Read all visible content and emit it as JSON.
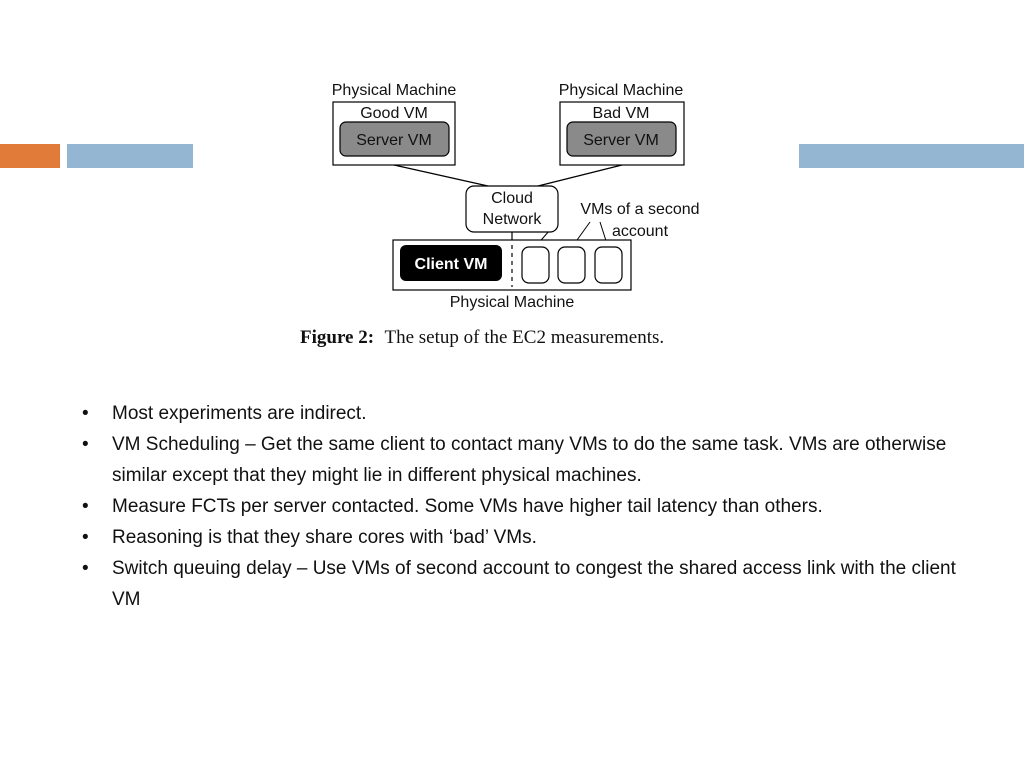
{
  "colors": {
    "accent_orange": "#e07b39",
    "accent_blue": "#94b6d2",
    "vm_gray": "#8a8a8a",
    "client_black": "#000000"
  },
  "diagram": {
    "top_left": {
      "machine_label": "Physical Machine",
      "vm_label": "Good VM",
      "server_label": "Server VM"
    },
    "top_right": {
      "machine_label": "Physical Machine",
      "vm_label": "Bad VM",
      "server_label": "Server VM"
    },
    "cloud": {
      "line1": "Cloud",
      "line2": "Network"
    },
    "second_account": {
      "line1": "VMs of a second",
      "line2": "account"
    },
    "client": {
      "label": "Client VM",
      "machine_label": "Physical Machine"
    },
    "caption": {
      "prefix": "Figure 2:",
      "text": "The setup of the EC2 measurements."
    }
  },
  "bullets": [
    "Most experiments are indirect.",
    "VM Scheduling – Get the same client to contact many VMs to do the same task. VMs are otherwise similar except that they might lie in different physical machines.",
    "Measure FCTs per server contacted. Some VMs have higher tail latency than others.",
    "Reasoning is that they share cores with ‘bad’ VMs.",
    "Switch queuing delay – Use VMs of second account to congest the shared access link with the client VM"
  ]
}
